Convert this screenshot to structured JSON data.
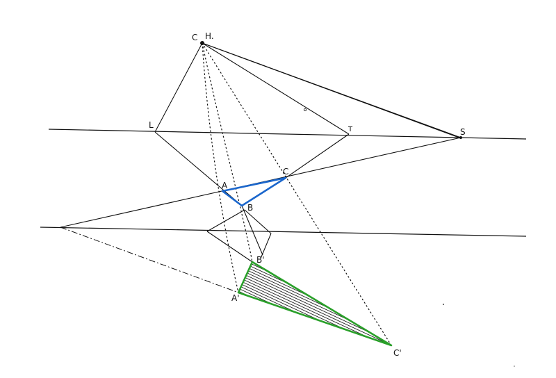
{
  "diagram": {
    "labels": {
      "ch_c": "C",
      "ch_h": "H.",
      "l": "L",
      "t": "T",
      "s": "S",
      "c": "C",
      "a": "A",
      "b": "B",
      "b_prime": "B'",
      "a_prime": "A'",
      "c_prime": "C'"
    },
    "colors": {
      "line": "#111111",
      "blue_triangle": "#1a66cc",
      "green_triangle": "#2aa02a",
      "hatch": "#222222",
      "background": "#ffffff"
    }
  }
}
